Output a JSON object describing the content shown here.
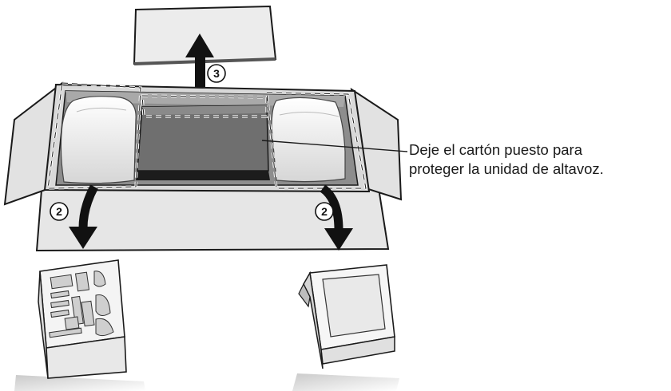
{
  "caption": {
    "line1": "Deje el cartón puesto para",
    "line2": "proteger la unidad de altavoz."
  },
  "steps": {
    "lift_top_insert": "3",
    "remove_left_insert": "2",
    "remove_right_insert": "2"
  },
  "colors": {
    "outline": "#1a1a1a",
    "box_face": "#e4e4e4",
    "box_inner": "#8a8a8a",
    "speaker_card": "#6e6e6e",
    "foam": "#f2f2f2"
  }
}
